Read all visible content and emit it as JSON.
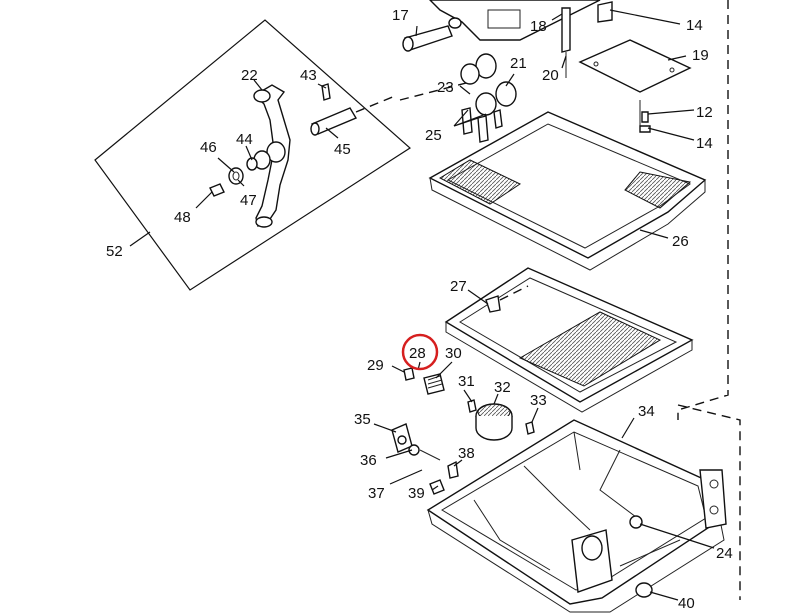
{
  "highlight": {
    "part": "28",
    "color": "#d61f1f"
  },
  "labels": [
    "17",
    "18",
    "14",
    "19",
    "20",
    "21",
    "22",
    "43",
    "23",
    "25",
    "12",
    "14",
    "46",
    "44",
    "45",
    "47",
    "48",
    "52",
    "26",
    "27",
    "28",
    "29",
    "30",
    "31",
    "32",
    "33",
    "34",
    "35",
    "36",
    "37",
    "38",
    "39",
    "24",
    "40"
  ]
}
